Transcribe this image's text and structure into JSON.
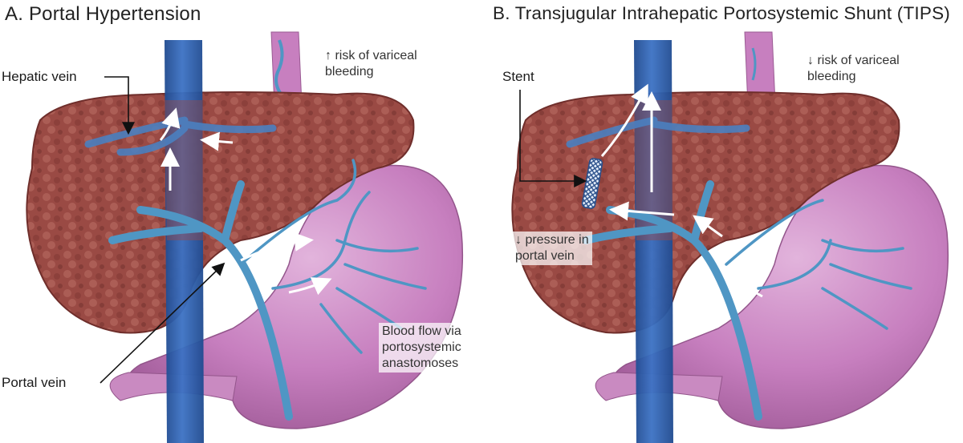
{
  "panel_a": {
    "title": "A. Portal Hypertension",
    "labels": {
      "hepatic_vein": "Hepatic vein",
      "variceal_line1": "↑ risk of variceal",
      "variceal_line2": "bleeding",
      "portal_vein": "Portal vein",
      "blood_flow_line1": "Blood flow via",
      "blood_flow_line2": "portosystemic",
      "blood_flow_line3": "anastomoses"
    }
  },
  "panel_b": {
    "title": "B. Transjugular Intrahepatic Portosystemic Shunt (TIPS)",
    "labels": {
      "stent": "Stent",
      "variceal_line1": "↓ risk of variceal",
      "variceal_line2": "bleeding",
      "pressure_line1": "↓ pressure in",
      "pressure_line2": "portal vein"
    }
  },
  "colors": {
    "liver": "#9a4a44",
    "liver_dark": "#6f2e2b",
    "liver_spot": "#b0625b",
    "ivc": "#2f63b4",
    "ivc_dark": "#1f4a8f",
    "portal": "#4f96c4",
    "stomach": "#c77fbf",
    "stomach_light": "#dba7d5",
    "gallbladder": "#3f8a55",
    "arrow": "#ffffff",
    "stent": "#2a4f8a"
  }
}
